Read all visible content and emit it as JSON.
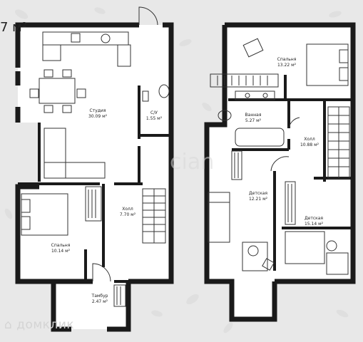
{
  "header": {
    "area_title": "7 м²"
  },
  "rooms": {
    "studio": {
      "name": "Студия",
      "area": "30.09 м²"
    },
    "bathroom_1": {
      "name": "С/У",
      "area": "1.55 м²"
    },
    "hall_1": {
      "name": "Холл",
      "area": "7.70 м²"
    },
    "bedroom_1": {
      "name": "Спальня",
      "area": "10.14 м²"
    },
    "vestibule": {
      "name": "Тамбур",
      "area": "2.47 м²"
    },
    "bedroom_2": {
      "name": "Спальня",
      "area": "13.22 м²"
    },
    "bathroom_2": {
      "name": "Ванная",
      "area": "5.27 м²"
    },
    "hall_2": {
      "name": "Холл",
      "area": "10.88 м²"
    },
    "kids_room_1": {
      "name": "Детская",
      "area": "12.21 м²"
    },
    "kids_room_2": {
      "name": "Детская",
      "area": "15.14 м²"
    }
  },
  "watermark": {
    "brand": "домклик",
    "center": "cian"
  }
}
